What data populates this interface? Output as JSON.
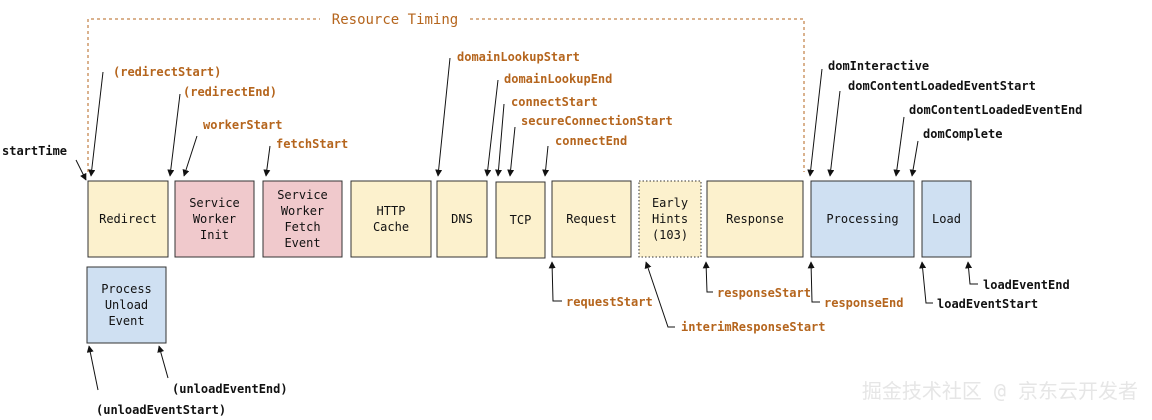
{
  "title": "Resource Timing",
  "colors": {
    "yellow": "#fcf1cd",
    "pink": "#f0c9cc",
    "blue": "#cfe0f2",
    "orange": "#b5651d",
    "stroke": "#333333"
  },
  "boxes": [
    {
      "id": "redirect",
      "lines": [
        "Redirect"
      ],
      "color": "yellow"
    },
    {
      "id": "service-worker-init",
      "lines": [
        "Service",
        "Worker",
        "Init"
      ],
      "color": "pink"
    },
    {
      "id": "service-worker-fetch-event",
      "lines": [
        "Service",
        "Worker",
        "Fetch",
        "Event"
      ],
      "color": "pink"
    },
    {
      "id": "http-cache",
      "lines": [
        "HTTP",
        "Cache"
      ],
      "color": "yellow"
    },
    {
      "id": "dns",
      "lines": [
        "DNS"
      ],
      "color": "yellow"
    },
    {
      "id": "tcp",
      "lines": [
        "TCP"
      ],
      "color": "yellow"
    },
    {
      "id": "request",
      "lines": [
        "Request"
      ],
      "color": "yellow"
    },
    {
      "id": "early-hints",
      "lines": [
        "Early",
        "Hints",
        "(103)"
      ],
      "color": "yellow",
      "dotted": true
    },
    {
      "id": "response",
      "lines": [
        "Response"
      ],
      "color": "yellow"
    },
    {
      "id": "processing",
      "lines": [
        "Processing"
      ],
      "color": "blue"
    },
    {
      "id": "load",
      "lines": [
        "Load"
      ],
      "color": "blue"
    },
    {
      "id": "process-unload-event",
      "lines": [
        "Process",
        "Unload",
        "Event"
      ],
      "color": "blue"
    }
  ],
  "labels": {
    "startTime": "startTime",
    "redirectStart": "(redirectStart)",
    "redirectEnd": "(redirectEnd)",
    "workerStart": "workerStart",
    "fetchStart": "fetchStart",
    "domainLookupStart": "domainLookupStart",
    "domainLookupEnd": "domainLookupEnd",
    "connectStart": "connectStart",
    "secureConnectionStart": "secureConnectionStart",
    "connectEnd": "connectEnd",
    "domInteractive": "domInteractive",
    "domContentLoadedEventStart": "domContentLoadedEventStart",
    "domContentLoadedEventEnd": "domContentLoadedEventEnd",
    "domComplete": "domComplete",
    "requestStart": "requestStart",
    "interimResponseStart": "interimResponseStart",
    "responseStart": "responseStart",
    "responseEnd": "responseEnd",
    "loadEventStart": "loadEventStart",
    "loadEventEnd": "loadEventEnd",
    "unloadEventEnd": "(unloadEventEnd)",
    "unloadEventStart": "(unloadEventStart)"
  },
  "watermark": "掘金技术社区 @ 京东云开发者"
}
